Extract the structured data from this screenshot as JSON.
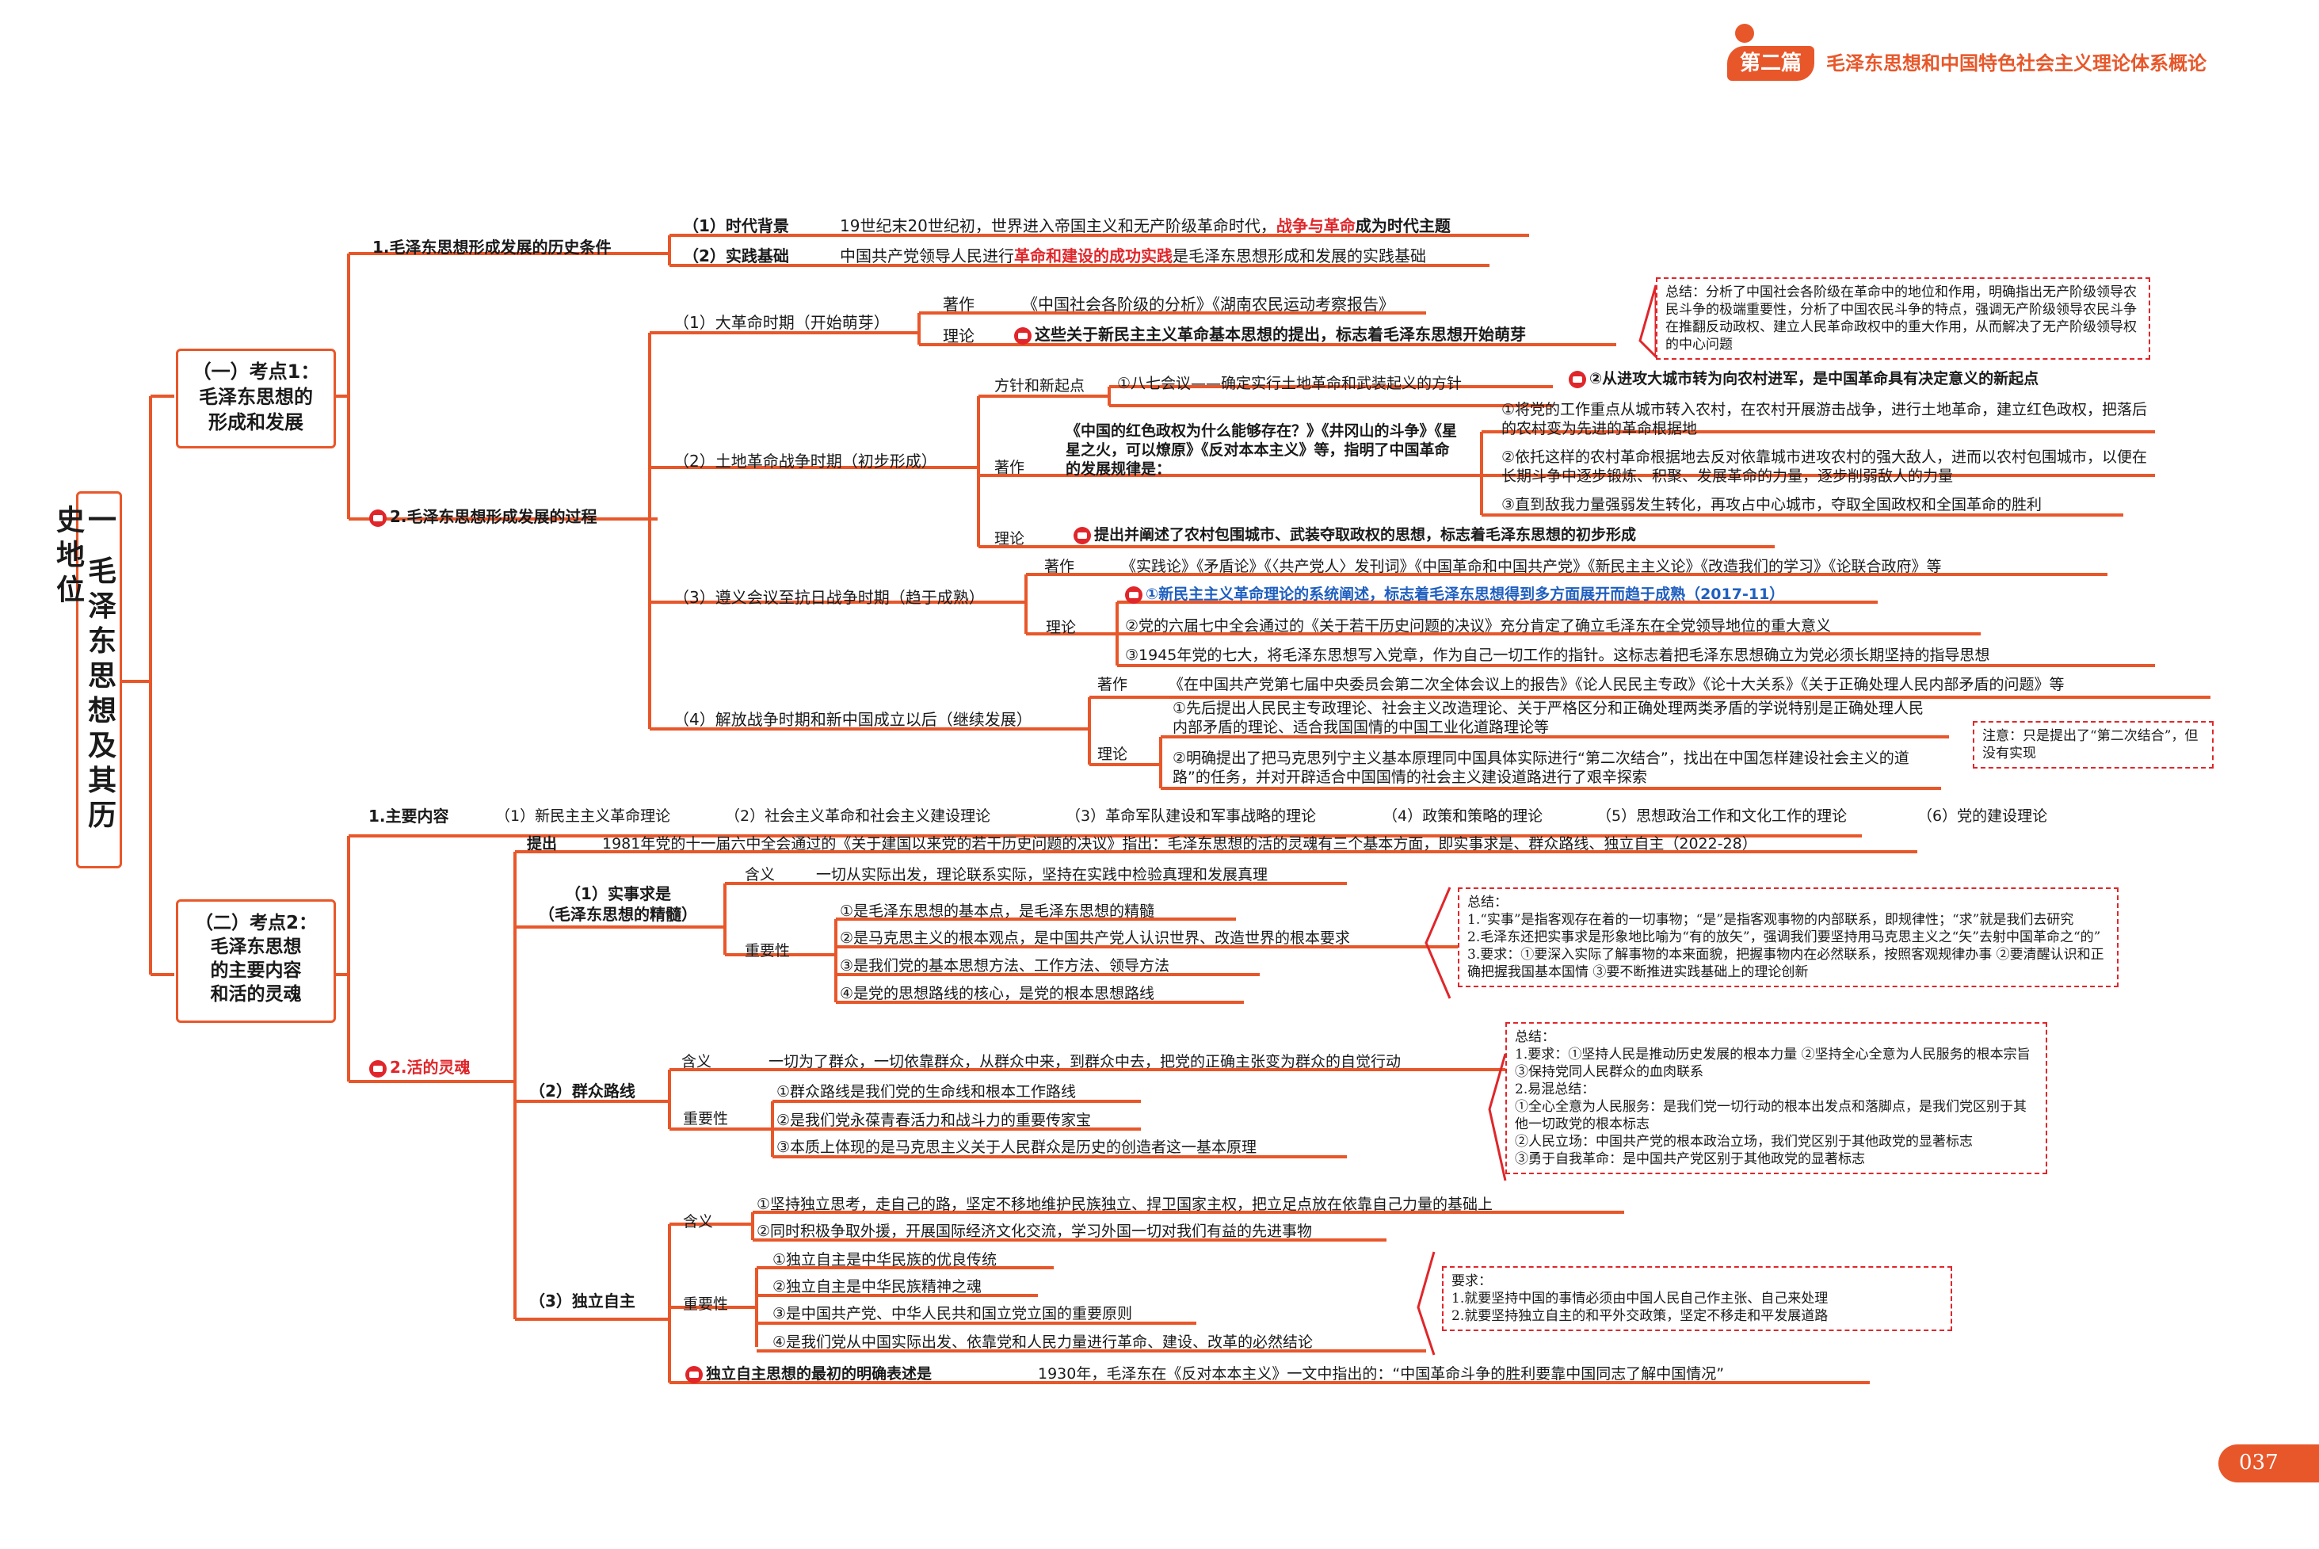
{
  "header": {
    "badge": "第二篇",
    "title": "毛泽东思想和中国特色社会主义理论体系概论"
  },
  "page_number": "037",
  "root": {
    "label": "一 毛泽东思想及其历史地位"
  },
  "s1": {
    "box": "（一）考点1：\n毛泽东思想的\n形成和发展",
    "c1": "1.毛泽东思想形成发展的历史条件",
    "c1_a_label": "（1）时代背景",
    "c1_a_text": "19世纪末20世纪初，世界进入帝国主义和无产阶级革命时代，",
    "c1_a_red": "战争与革命",
    "c1_a_end": "成为时代主题",
    "c1_b_label": "（2）实践基础",
    "c1_b_text": "中国共产党领导人民进行",
    "c1_b_red": "革命和建设的成功实践",
    "c1_b_end": "是毛泽东思想形成和发展的实践基础",
    "c2": "2.毛泽东思想形成发展的过程",
    "p1_label": "（1）大革命时期（开始萌芽）",
    "p1_works_k": "著作",
    "p1_works": "《中国社会各阶级的分析》《湖南农民运动考察报告》",
    "p1_theory_k": "理论",
    "p1_theory": "这些关于新民主主义革命基本思想的提出，标志着毛泽东思想开始萌芽",
    "p1_note": "总结：分析了中国社会各阶级在革命中的地位和作用，明确指出无产阶级领导农民斗争的极端重要性，分析了中国农民斗争的特点，强调无产阶级领导农民斗争在推翻反动政权、建立人民革命政权中的重大作用，从而解决了无产阶级领导权的中心问题",
    "p2_label": "（2）土地革命战争时期（初步形成）",
    "p2_policy_k": "方针和新起点",
    "p2_policy_a": "①八七会议——确定实行土地革命和武装起义的方针",
    "p2_policy_b": "②从进攻大城市转为向农村进军，是中国革命具有决定意义的新起点",
    "p2_works_k": "著作",
    "p2_works": "《中国的红色政权为什么能够存在？》《井冈山的斗争》《星星之火，可以燎原》《反对本本主义》等，指明了中国革命的发展规律是：",
    "p2_w1": "①将党的工作重点从城市转入农村，在农村开展游击战争，进行土地革命，建立红色政权，把落后的农村变为先进的革命根据地",
    "p2_w2": "②依托这样的农村革命根据地去反对依靠城市进攻农村的强大敌人，进而以农村包围城市，以便在长期斗争中逐步锻炼、积聚、发展革命的力量，逐步削弱敌人的力量",
    "p2_w3": "③直到敌我力量强弱发生转化，再攻占中心城市，夺取全国政权和全国革命的胜利",
    "p2_theory_k": "理论",
    "p2_theory": "提出并阐述了农村包围城市、武装夺取政权的思想，标志着毛泽东思想的初步形成",
    "p3_label": "（3）遵义会议至抗日战争时期（趋于成熟）",
    "p3_works_k": "著作",
    "p3_works": "《实践论》《矛盾论》《〈共产党人〉发刊词》《中国革命和中国共产党》《新民主主义论》《改造我们的学习》《论联合政府》等",
    "p3_theory_k": "理论",
    "p3_t1": "①新民主主义革命理论的系统阐述，标志着毛泽东思想得到多方面展开而趋于成熟（2017-11）",
    "p3_t2": "②党的六届七中全会通过的《关于若干历史问题的决议》充分肯定了确立毛泽东在全党领导地位的重大意义",
    "p3_t3": "③1945年党的七大，将毛泽东思想写入党章，作为自己一切工作的指针。这标志着把毛泽东思想确立为党必须长期坚持的指导思想",
    "p4_label": "（4）解放战争时期和新中国成立以后（继续发展）",
    "p4_works_k": "著作",
    "p4_works": "《在中国共产党第七届中央委员会第二次全体会议上的报告》《论人民民主专政》《论十大关系》《关于正确处理人民内部矛盾的问题》等",
    "p4_theory_k": "理论",
    "p4_t1": "①先后提出人民民主专政理论、社会主义改造理论、关于严格区分和正确处理两类矛盾的学说特别是正确处理人民内部矛盾的理论、适合我国国情的中国工业化道路理论等",
    "p4_t2": "②明确提出了把马克思列宁主义基本原理同中国具体实际进行“第二次结合”，找出在中国怎样建设社会主义的道路”的任务，并对开辟适合中国国情的社会主义建设道路进行了艰辛探索",
    "p4_note": "注意：只是提出了“第二次结合”，但没有实现"
  },
  "s2": {
    "box": "（二）考点2：\n毛泽东思想\n的主要内容\n和活的灵魂",
    "c1": "1.主要内容",
    "contents": [
      "（1）新民主主义革命理论",
      "（2）社会主义革命和社会主义建设理论",
      "（3）革命军队建设和军事战略的理论",
      "（4）政策和策略的理论",
      "（5）思想政治工作和文化工作的理论",
      "（6）党的建设理论"
    ],
    "c2": "2.活的灵魂",
    "proposed_k": "提出",
    "proposed": "1981年党的十一届六中全会通过的《关于建国以来党的若干历史问题的决议》指出：毛泽东思想的活的灵魂有三个基本方面，即实事求是、群众路线、独立自主（2022-28）",
    "a_label": "（1）实事求是\n（毛泽东思想的精髓）",
    "a_mean_k": "含义",
    "a_mean": "一切从实际出发，理论联系实际，坚持在实践中检验真理和发展真理",
    "a_imp_k": "重要性",
    "a_imp": [
      "①是毛泽东思想的基本点，是毛泽东思想的精髓",
      "②是马克思主义的根本观点，是中国共产党人认识世界、改造世界的根本要求",
      "③是我们党的基本思想方法、工作方法、领导方法",
      "④是党的思想路线的核心，是党的根本思想路线"
    ],
    "a_note": "总结：\n1.“实事”是指客观存在着的一切事物；“是”是指客观事物的内部联系，即规律性；“求”就是我们去研究\n2.毛泽东还把实事求是形象地比喻为“有的放矢”，强调我们要坚持用马克思主义之“矢”去射中国革命之“的”\n3.要求：①要深入实际了解事物的本来面貌，把握事物内在必然联系，按照客观规律办事 ②要清醒认识和正确把握我国基本国情 ③要不断推进实践基础上的理论创新",
    "b_label": "（2）群众路线",
    "b_mean_k": "含义",
    "b_mean": "一切为了群众，一切依靠群众，从群众中来，到群众中去，把党的正确主张变为群众的自觉行动",
    "b_imp_k": "重要性",
    "b_imp": [
      "①群众路线是我们党的生命线和根本工作路线",
      "②是我们党永葆青春活力和战斗力的重要传家宝",
      "③本质上体现的是马克思主义关于人民群众是历史的创造者这一基本原理"
    ],
    "b_note": "总结：\n1.要求：①坚持人民是推动历史发展的根本力量 ②坚持全心全意为人民服务的根本宗旨 ③保持党同人民群众的血肉联系\n2.易混总结：\n①全心全意为人民服务：是我们党一切行动的根本出发点和落脚点，是我们党区别于其他一切政党的根本标志\n②人民立场：中国共产党的根本政治立场，我们党区别于其他政党的显著标志\n③勇于自我革命：是中国共产党区别于其他政党的显著标志",
    "c_label": "（3）独立自主",
    "c_mean_k": "含义",
    "c_mean": [
      "①坚持独立思考，走自己的路，坚定不移地维护民族独立、捍卫国家主权，把立足点放在依靠自己力量的基础上",
      "②同时积极争取外援，开展国际经济文化交流，学习外国一切对我们有益的先进事物"
    ],
    "c_imp_k": "重要性",
    "c_imp": [
      "①独立自主是中华民族的优良传统",
      "②独立自主是中华民族精神之魂",
      "③是中国共产党、中华人民共和国立党立国的重要原则",
      "④是我们党从中国实际出发、依靠党和人民力量进行革命、建设、改革的必然结论"
    ],
    "c_note": "要求：\n1.就要坚持中国的事情必须由中国人民自己作主张、自己来处理\n2.就要坚持独立自主的和平外交政策，坚定不移走和平发展道路",
    "c_first_k": "独立自主思想的最初的明确表述是",
    "c_first": "1930年，毛泽东在《反对本本主义》一文中指出的：“中国革命斗争的胜利要靠中国同志了解中国情况”"
  }
}
